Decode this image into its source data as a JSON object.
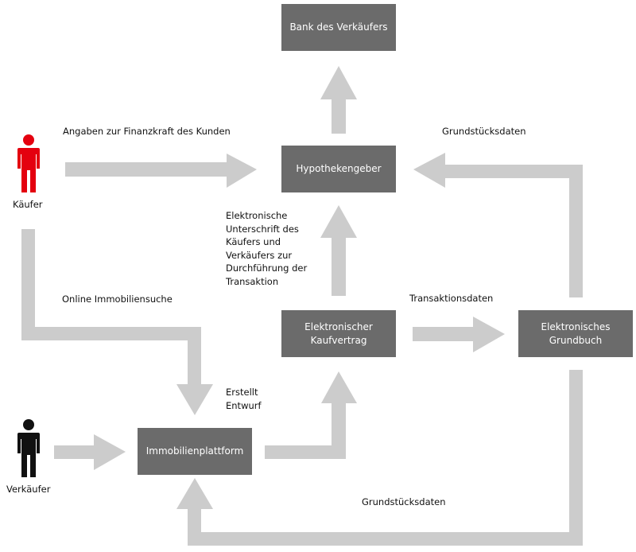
{
  "diagram": {
    "nodes": {
      "bank": "Bank des Verkäufers",
      "hypothek": "Hypothekengeber",
      "kaufvertrag": [
        "Elektronischer",
        "Kaufvertrag"
      ],
      "grundbuch": [
        "Elektronisches",
        "Grundbuch"
      ],
      "plattform": "Immobilienplattform"
    },
    "actors": {
      "kaeufer": {
        "label": "Käufer",
        "color": "#e4000f"
      },
      "verkaeufer": {
        "label": "Verkäufer",
        "color": "#111111"
      }
    },
    "edge_labels": {
      "finanzkraft": "Angaben zur Finanzkraft des Kunden",
      "grundstuecksdaten_top": "Grundstücksdaten",
      "unterschrift": [
        "Elektronische",
        "Unterschrift des",
        "Käufers und",
        "Verkäufers zur",
        "Durchführung der",
        "Transaktion"
      ],
      "immobiliensuche": "Online Immobiliensuche",
      "transaktionsdaten": "Transaktionsdaten",
      "entwurf": [
        "Erstellt",
        "Entwurf"
      ],
      "grundstuecksdaten_bottom": "Grundstücksdaten"
    },
    "colors": {
      "box": "#6b6b6b",
      "arrow": "#cccccc",
      "text": "#111111"
    }
  }
}
